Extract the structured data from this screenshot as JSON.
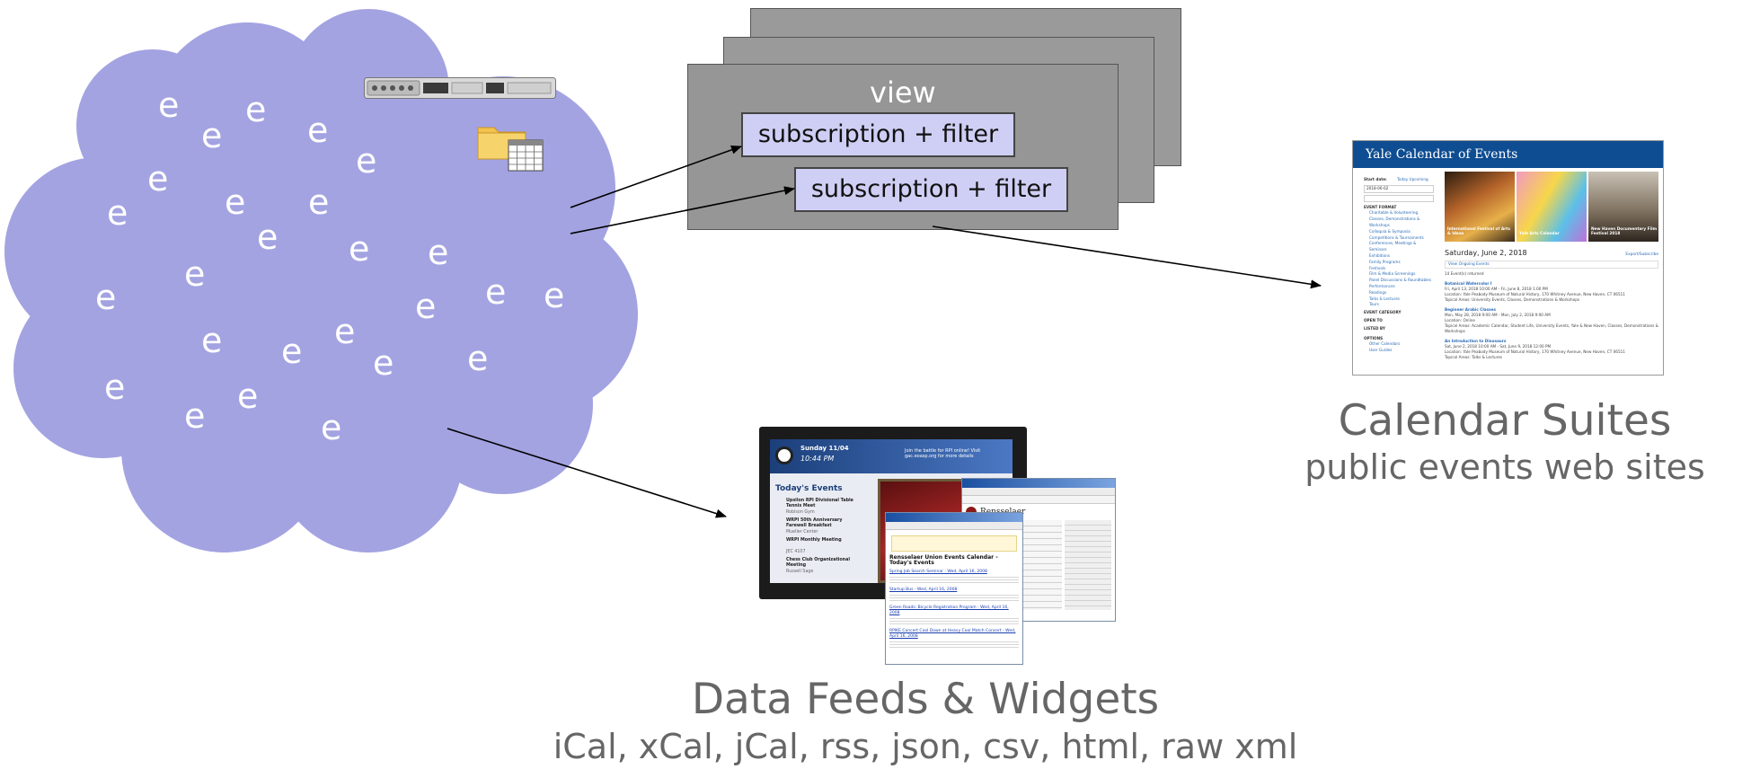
{
  "cloud": {
    "color": "#a3a3e2",
    "event_symbol": "e"
  },
  "server_icon": "rack-server-icon",
  "calendar_folder_icon": "folder-calendar-icon",
  "views": {
    "label": "view",
    "subscription_1": "subscription + filter",
    "subscription_2": "subscription + filter"
  },
  "calendar_suites": {
    "title": "Calendar Suites",
    "subtitle": "public events web sites",
    "thumbnail": {
      "header": "Yale Calendar of Events",
      "start_date_label": "Start date:",
      "today_link": "Today",
      "upcoming_link": "Upcoming",
      "start_date_value": "2018-06-02",
      "side_sections": [
        "EVENT FORMAT",
        "EVENT CATEGORY",
        "OPEN TO",
        "LISTED BY",
        "OPTIONS"
      ],
      "format_links": [
        "Charitable & Volunteering",
        "Classes, Demonstrations & Workshops",
        "Colloquia & Symposia",
        "Competitions & Tournaments",
        "Conferences, Meetings & Seminars",
        "Exhibitions",
        "Family Programs",
        "Festivals",
        "Film & Media Screenings",
        "Panel Discussions & Roundtables",
        "Performances",
        "Readings",
        "Talks & Lectures",
        "Tours"
      ],
      "option_links": [
        "Other Calendars",
        "User Guides"
      ],
      "image_captions": [
        "International Festival of Arts & Ideas",
        "Yale Arts Calendar",
        "New Haven Documentary Film Festival 2018"
      ],
      "date_heading": "Saturday, June 2, 2018",
      "subscribe_link": "Export/Subscribe",
      "ongoing": "View Ongoing Events",
      "returned": "14 Event(s) returned",
      "events": [
        {
          "title": "Botanical Watercolor I",
          "lines": [
            "Fri, April 13, 2018 10:00 AM - Fri, June 8, 2018 1:00 PM",
            "Location: Yale Peabody Museum of Natural History, 170 Whitney Avenue, New Haven, CT 06511",
            "Topical Areas: University Events, Classes, Demonstrations & Workshops"
          ]
        },
        {
          "title": "Beginner Arabic Classes",
          "lines": [
            "Mon, May 28, 2018 9:00 AM - Mon, July 2, 2018 9:00 AM",
            "Location: Online",
            "Topical Areas: Academic Calendar, Student Life, University Events, Yale & New Haven, Classes, Demonstrations & Workshops"
          ]
        },
        {
          "title": "An Introduction to Dinosaurs",
          "lines": [
            "Sat, June 2, 2018 10:00 AM - Sat, June 9, 2018 12:00 PM",
            "Location: Yale Peabody Museum of Natural History, 170 Whitney Avenue, New Haven, CT 06511",
            "Topical Areas: Talks & Lectures"
          ]
        }
      ]
    }
  },
  "data_feeds": {
    "title": "Data Feeds & Widgets",
    "subtitle": "iCal, xCal, jCal, rss, json, csv, html, raw xml",
    "tv": {
      "day": "Sunday 11/04",
      "time": "10:44 PM",
      "banner": "Join the battle for RPI online! Visit gac.eoasp.org for more details",
      "heading": "Today's Events",
      "events": [
        {
          "title": "Upsilon RPI Divisional Table Tennis Meet",
          "sub": "Robison Gym"
        },
        {
          "title": "WRPI 50th Anniversary Farewell Breakfast",
          "sub": "Mueller Center"
        },
        {
          "title": "WRPI Monthly Meeting",
          "sub": "JEC 4107"
        },
        {
          "title": "Chess Club Organizational Meeting",
          "sub": "Russell Sage"
        }
      ]
    },
    "window_front": {
      "heading": "Rensselaer Union Events Calendar - Today's Events",
      "links": [
        "Spring Job Search Seminar - Wed, April 16, 2008",
        "Startup Bus - Wed, April 16, 2008",
        "Green Roads: Bicycle Registration Program - Wed, April 16, 2008",
        "RPIKE Concert Cool Down at Heavy Cool Match Concert - Wed, April 16, 2008"
      ]
    },
    "window_back": {
      "brand": "Rensselaer"
    }
  }
}
